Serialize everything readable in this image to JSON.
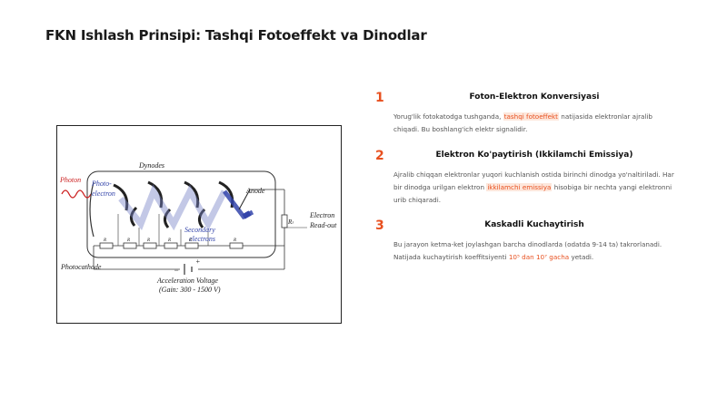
{
  "title": "FKN Ishlash Prinsipi: Tashqi Fotoeffekt va Dinodlar",
  "diagram": {
    "labels": {
      "photon": "Photon",
      "photo_electron_1": "Photo-",
      "photo_electron_2": "electron",
      "dynodes": "Dynodes",
      "anode": "Anode",
      "secondary_1": "Secondary",
      "secondary_2": "electrons",
      "electron_readout_1": "Electron",
      "electron_readout_2": "Read-out",
      "rl": "Rₗ",
      "photocathode": "Photocathode",
      "accel_1": "Acceleration Voltage",
      "accel_2": "(Gain: 300 - 1500 V)",
      "resistor": "R",
      "minus": "−",
      "plus": "+"
    },
    "colors": {
      "photon": "#cc2222",
      "dynode": "#3344aa",
      "line": "#333333"
    }
  },
  "steps": [
    {
      "number": "1",
      "title": "Foton-Elektron Konversiyasi",
      "body_a": "Yorug'lik fotokatodga tushganda,",
      "highlight": "tashqi fotoeffekt",
      "body_b": "natijasida elektronlar ajralib chiqadi. Bu boshlang'ich elektr signalidir."
    },
    {
      "number": "2",
      "title": "Elektron Ko'paytirish (Ikkilamchi Emissiya)",
      "body_a": "Ajralib chiqqan elektronlar yuqori kuchlanish ostida birinchi dinodga yo'naltiriladi. Har bir dinodga urilgan elektron",
      "highlight": "ikkilamchi emissiya",
      "body_b": "hisobiga bir nechta yangi elektronni urib chiqaradi."
    },
    {
      "number": "3",
      "title": "Kaskadli Kuchaytirish",
      "body_a": "Bu jarayon ketma-ket joylashgan barcha dinodlarda (odatda 9-14 ta) takrorlanadi. Natijada kuchaytirish koeffitsiyenti",
      "highlight": "10⁵ dan 10⁷ gacha",
      "body_b": "yetadi."
    }
  ],
  "colors": {
    "accent": "#e8501f",
    "highlight_bg": "#fde7dc"
  }
}
